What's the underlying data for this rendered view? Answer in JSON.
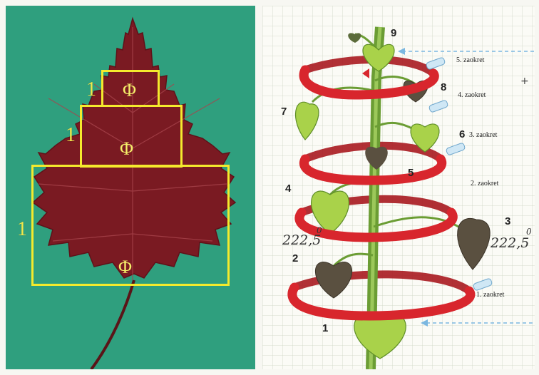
{
  "left": {
    "ones": [
      "1",
      "1",
      "1"
    ],
    "phis": [
      "Φ",
      "Φ",
      "Φ"
    ]
  },
  "right": {
    "leaf_numbers": [
      "9",
      "8",
      "7",
      "6",
      "5",
      "4",
      "3",
      "2",
      "1"
    ],
    "turns": [
      "5. zaokret",
      "4. zaokret",
      "3. zaokret",
      "2. zaokret",
      "1. zaokret"
    ],
    "angles": [
      "222,5",
      "0",
      "222,5",
      "0"
    ],
    "crosshair": "+"
  },
  "colors": {
    "background_left": "#2f9f7e",
    "leaf": "#7a1a22",
    "frame": "#f4ea2d",
    "ribbon": "#d8262d",
    "stem": "#7cae3c",
    "leaf_green": "#a9d24a"
  }
}
